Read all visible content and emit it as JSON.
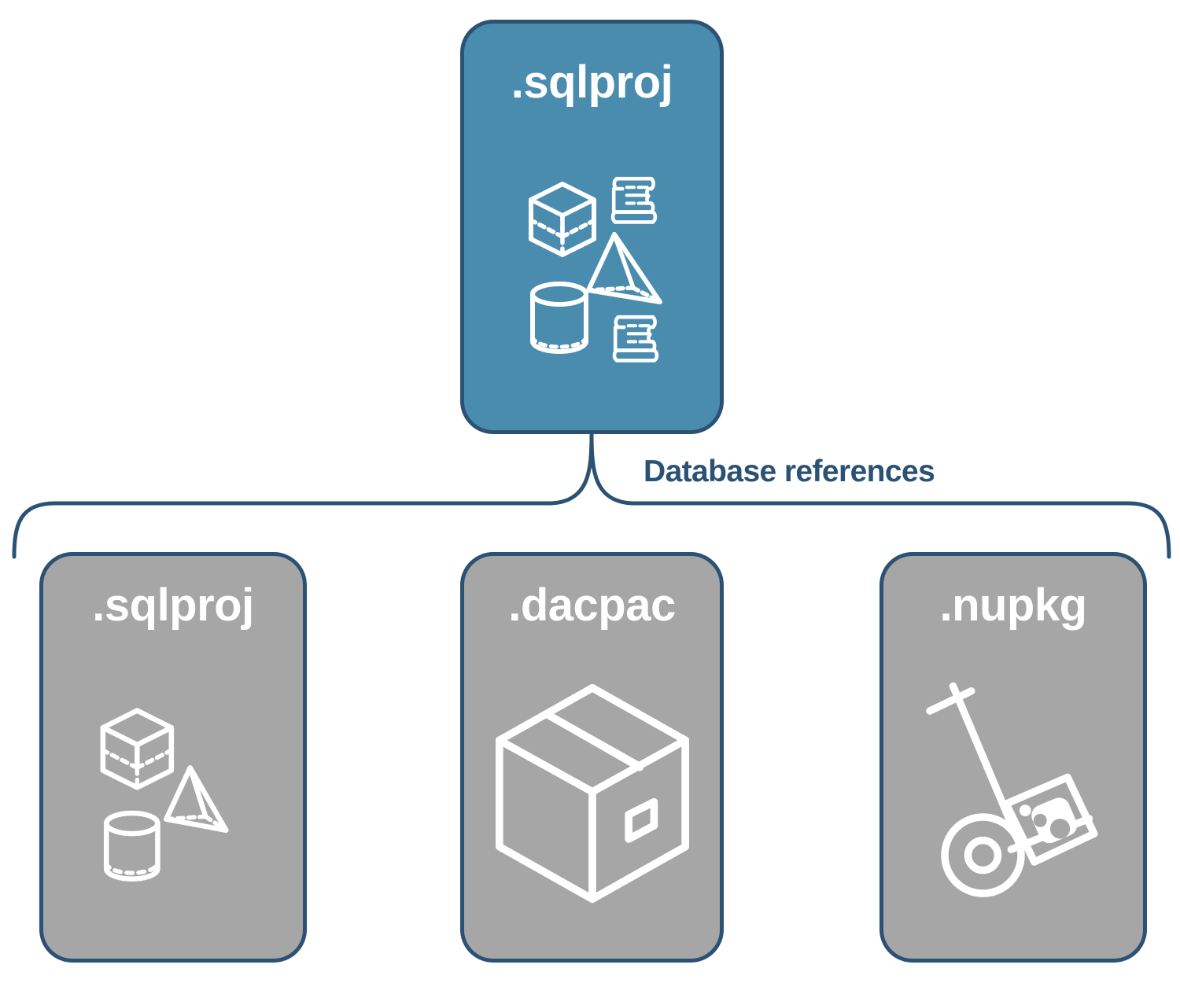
{
  "diagram": {
    "title": "SQL project database references diagram",
    "colors": {
      "root_fill": "#4a8cae",
      "child_fill": "#a6a6a6",
      "stroke": "#2b5274",
      "label_text": "#2b5274",
      "card_text": "#ffffff"
    },
    "root": {
      "label": ".sqlproj",
      "icons": [
        "cube-icon",
        "scroll-icon",
        "pyramid-icon",
        "cylinder-icon",
        "scroll-icon"
      ]
    },
    "connector": {
      "label": "Database references",
      "style": "curly-brace-bracket"
    },
    "children": [
      {
        "label": ".sqlproj",
        "icons": [
          "cube-icon",
          "pyramid-icon",
          "cylinder-icon"
        ]
      },
      {
        "label": ".dacpac",
        "icons": [
          "package-box-icon"
        ]
      },
      {
        "label": ".nupkg",
        "icons": [
          "hand-truck-icon",
          "nuget-package-icon"
        ]
      }
    ]
  }
}
